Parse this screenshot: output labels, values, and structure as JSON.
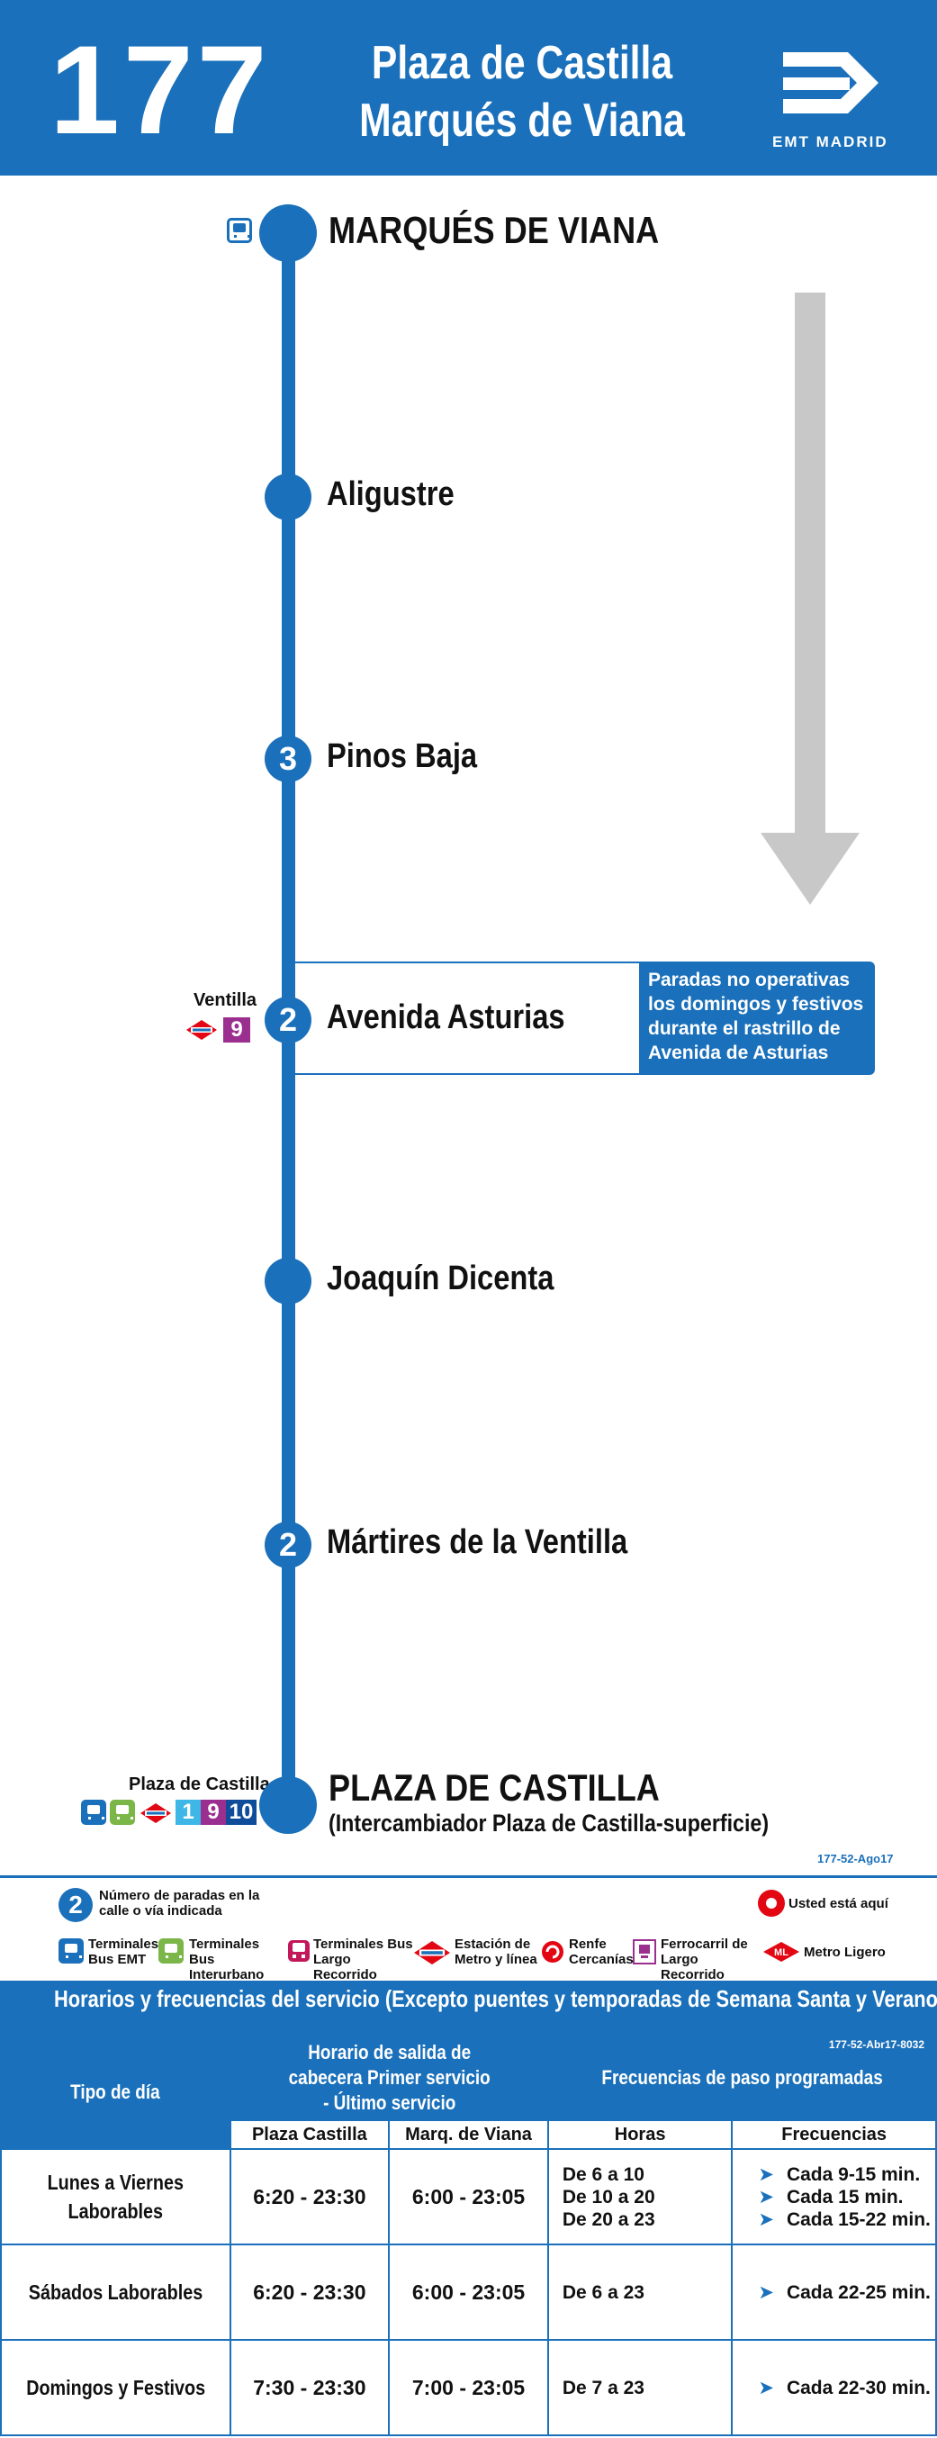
{
  "header": {
    "route_number": "177",
    "destination_line1": "Plaza de Castilla",
    "destination_line2": "Marqués de Viana",
    "logo_text": "EMT MADRID"
  },
  "stops": [
    {
      "name": "MARQUÉS DE VIANA",
      "count": "",
      "terminal": true
    },
    {
      "name": "Aligustre",
      "count": ""
    },
    {
      "name": "Pinos Baja",
      "count": "3"
    },
    {
      "name": "Avenida Asturias",
      "count": "2",
      "connection_label": "Ventilla",
      "metro_lines": [
        "9"
      ]
    },
    {
      "name": "Joaquín Dicenta",
      "count": ""
    },
    {
      "name": "Mártires de la Ventilla",
      "count": "2"
    },
    {
      "name": "PLAZA DE CASTILLA",
      "count": "",
      "terminal": true,
      "subtitle": "(Intercambiador Plaza de Castilla-superficie)",
      "connection_label": "Plaza de Castilla",
      "metro_lines": [
        "1",
        "9",
        "10"
      ]
    }
  ],
  "notice": "Paradas no operativas los domingos y festivos durante el rastrillo de Avenida de Asturias",
  "route_code": "177-52-Ago17",
  "legend": {
    "num_stops": "2",
    "num_stops_text": "Número de paradas en la calle o vía indicada",
    "usted_esta_aqui": "Usted está aquí",
    "terminales_emt": "Terminales Bus EMT",
    "terminales_interurbano": "Terminales Bus Interurbano",
    "terminales_largo": "Terminales Bus Largo Recorrido",
    "metro": "Estación de Metro y línea",
    "renfe": "Renfe Cercanías",
    "ferrocarril": "Ferrocarril de Largo Recorrido",
    "metro_ligero": "Metro Ligero"
  },
  "schedule": {
    "title": "Horarios y frecuencias del servicio (Excepto puentes y temporadas de Semana Santa y Verano)",
    "code": "177-52-Abr17-8032",
    "col_tipo": "Tipo de día",
    "col_horario": "Horario de salida de cabecera Primer servicio - Último servicio",
    "col_frecuencias": "Frecuencias de paso programadas",
    "sub_plaza": "Plaza Castilla",
    "sub_marq": "Marq. de Viana",
    "sub_horas": "Horas",
    "sub_frecuencias": "Frecuencias",
    "rows": [
      {
        "day": "Lunes a Viernes Laborables",
        "plaza": "6:20 - 23:30",
        "marq": "6:00 - 23:05",
        "hours": [
          "De 6 a 10",
          "De 10 a 20",
          "De 20 a 23"
        ],
        "freqs": [
          "Cada 9-15 min.",
          "Cada 15 min.",
          "Cada 15-22 min."
        ]
      },
      {
        "day": "Sábados Laborables",
        "plaza": "6:20 - 23:30",
        "marq": "6:00 - 23:05",
        "hours": [
          "De 6 a 23"
        ],
        "freqs": [
          "Cada 22-25 min."
        ]
      },
      {
        "day": "Domingos y Festivos",
        "plaza": "7:30 - 23:30",
        "marq": "7:00 - 23:05",
        "hours": [
          "De 7 a 23"
        ],
        "freqs": [
          "Cada 22-30 min."
        ]
      }
    ]
  },
  "colors": {
    "emt_blue": "#1a70ba",
    "metro_red": "#e30613",
    "line9_purple": "#9b2f8f",
    "line1_cyan": "#3fb7e6",
    "line10_blue": "#0f4c9a",
    "arrow_grey": "#c8c8c8"
  }
}
